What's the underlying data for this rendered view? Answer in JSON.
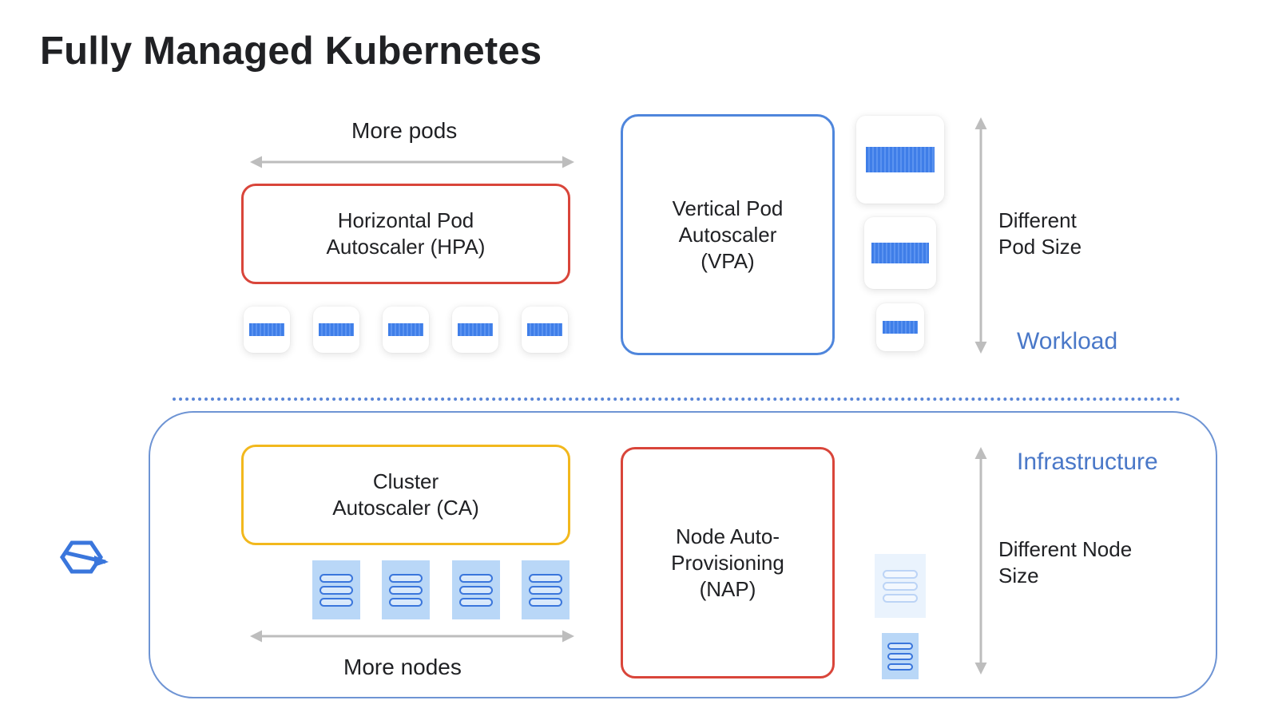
{
  "title": "Fully Managed Kubernetes",
  "workload": {
    "more_pods_label": "More pods",
    "hpa_label": "Horizontal Pod\nAutoscaler (HPA)",
    "vpa_label": "Vertical Pod\nAutoscaler\n(VPA)",
    "different_pod_size_label": "Different\nPod Size",
    "section_label": "Workload",
    "pods": [
      "pod",
      "pod",
      "pod",
      "pod",
      "pod"
    ],
    "vpa_pods": [
      "large",
      "medium",
      "small"
    ]
  },
  "infrastructure": {
    "section_label": "Infrastructure",
    "ca_label": "Cluster\nAutoscaler (CA)",
    "nap_label": "Node Auto-\nProvisioning\n(NAP)",
    "different_node_size_label": "Different Node\nSize",
    "more_nodes_label": "More nodes",
    "nodes": [
      "node",
      "node",
      "node",
      "node"
    ],
    "logo_icon": "gke-hexagon-icon"
  },
  "colors": {
    "hpa_border": "#d9453a",
    "vpa_border": "#4f86dc",
    "ca_border": "#f2b81d",
    "nap_border": "#d9453a",
    "accent_blue": "#4a78c8",
    "arrow_gray": "#bdbdbd"
  }
}
